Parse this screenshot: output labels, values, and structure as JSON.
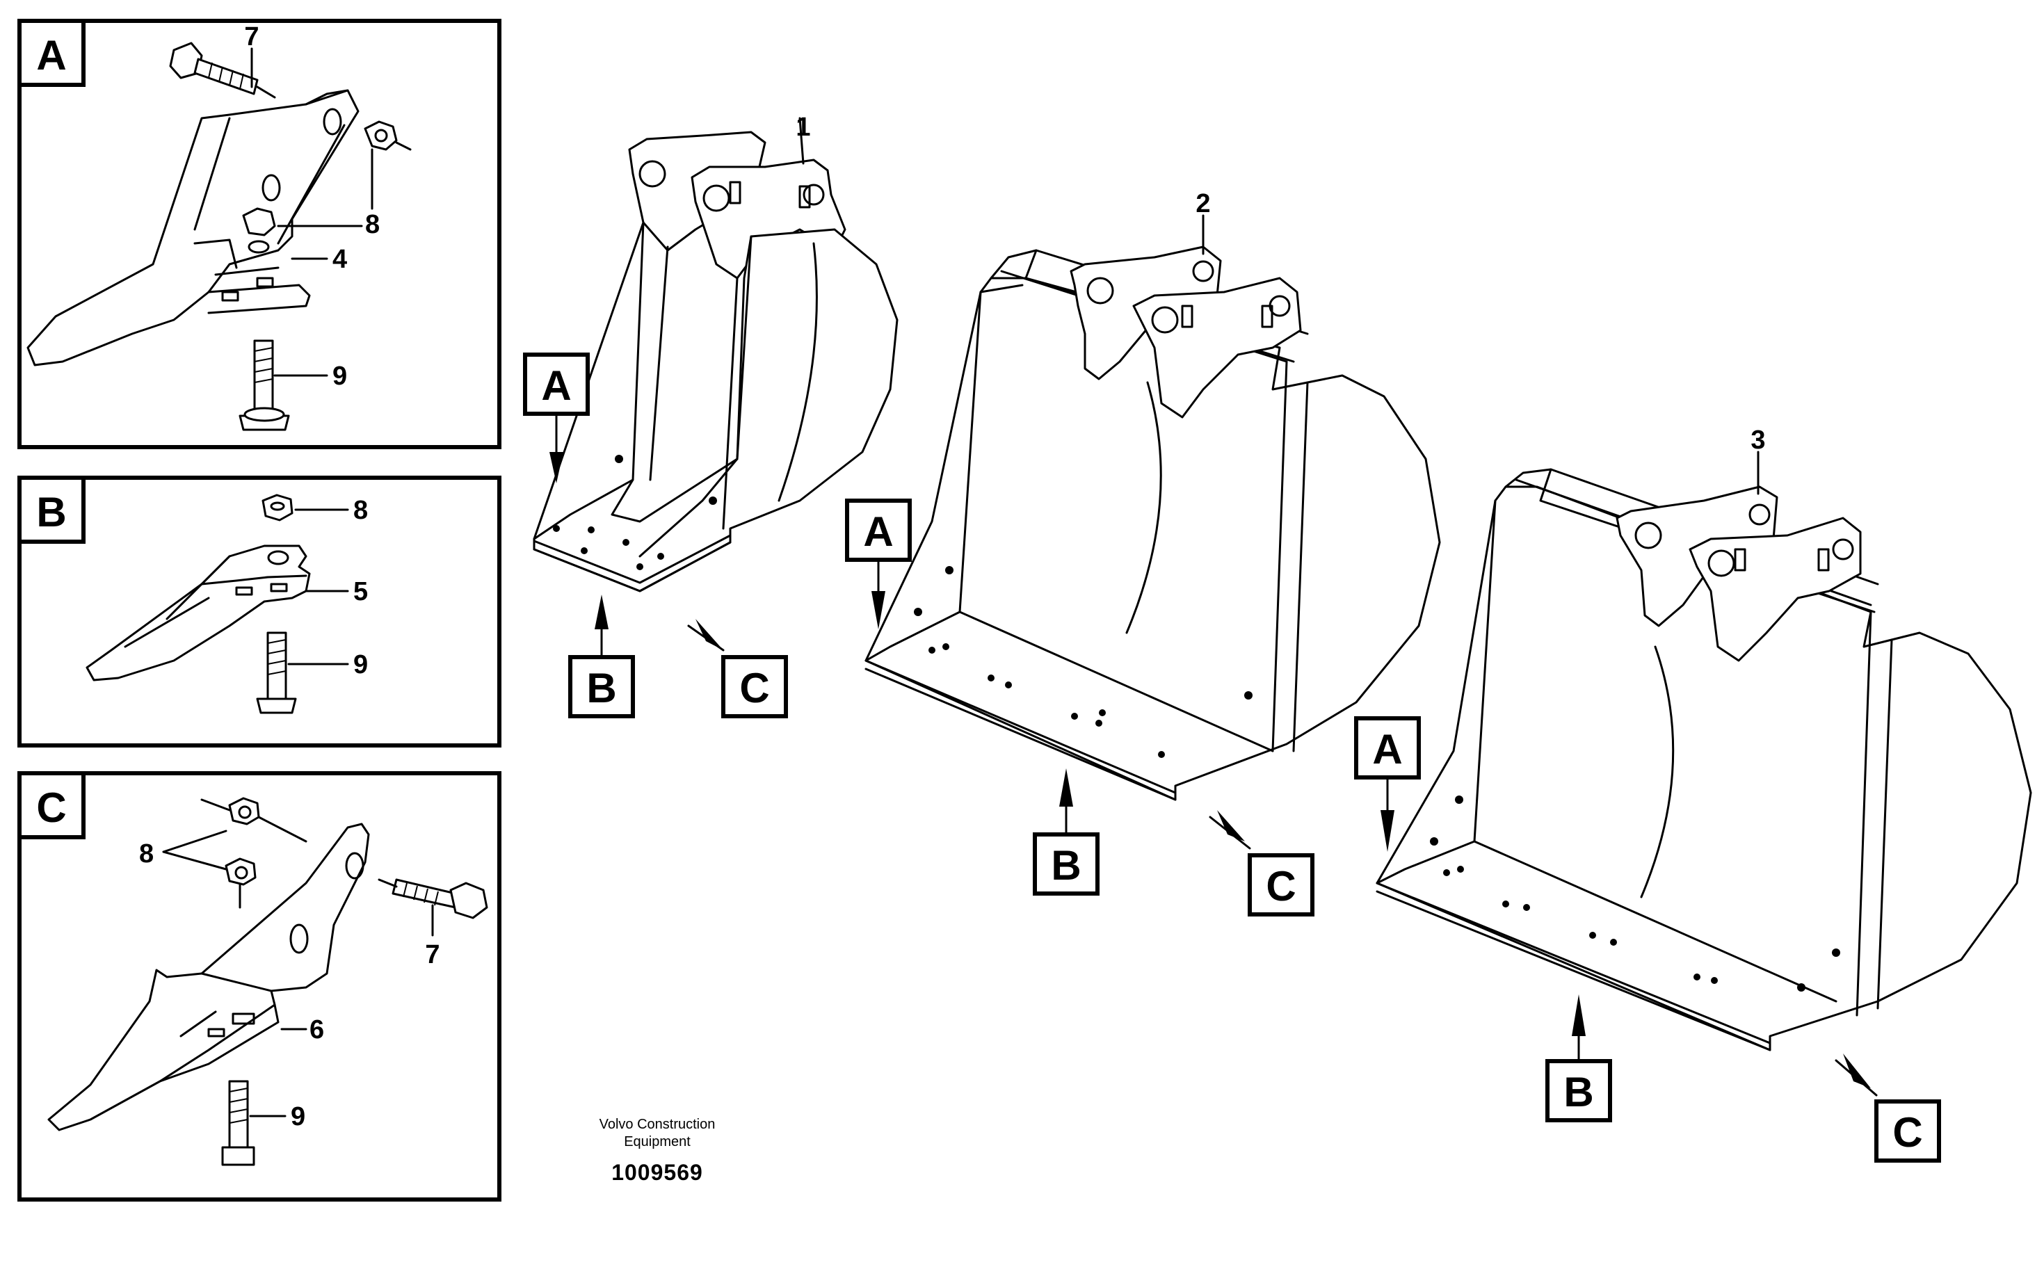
{
  "panels": [
    {
      "letter": "A",
      "callouts": [
        "7",
        "8",
        "4",
        "9"
      ]
    },
    {
      "letter": "B",
      "callouts": [
        "8",
        "5",
        "9"
      ]
    },
    {
      "letter": "C",
      "callouts": [
        "8",
        "7",
        "6",
        "9"
      ]
    }
  ],
  "buckets": [
    {
      "number": "1",
      "tags": [
        "A",
        "B",
        "C"
      ]
    },
    {
      "number": "2",
      "tags": [
        "A",
        "B",
        "C"
      ]
    },
    {
      "number": "3",
      "tags": [
        "A",
        "B",
        "C"
      ]
    }
  ],
  "footer": {
    "caption_line1": "Volvo Construction",
    "caption_line2": "Equipment",
    "doc_number": "1009569"
  }
}
